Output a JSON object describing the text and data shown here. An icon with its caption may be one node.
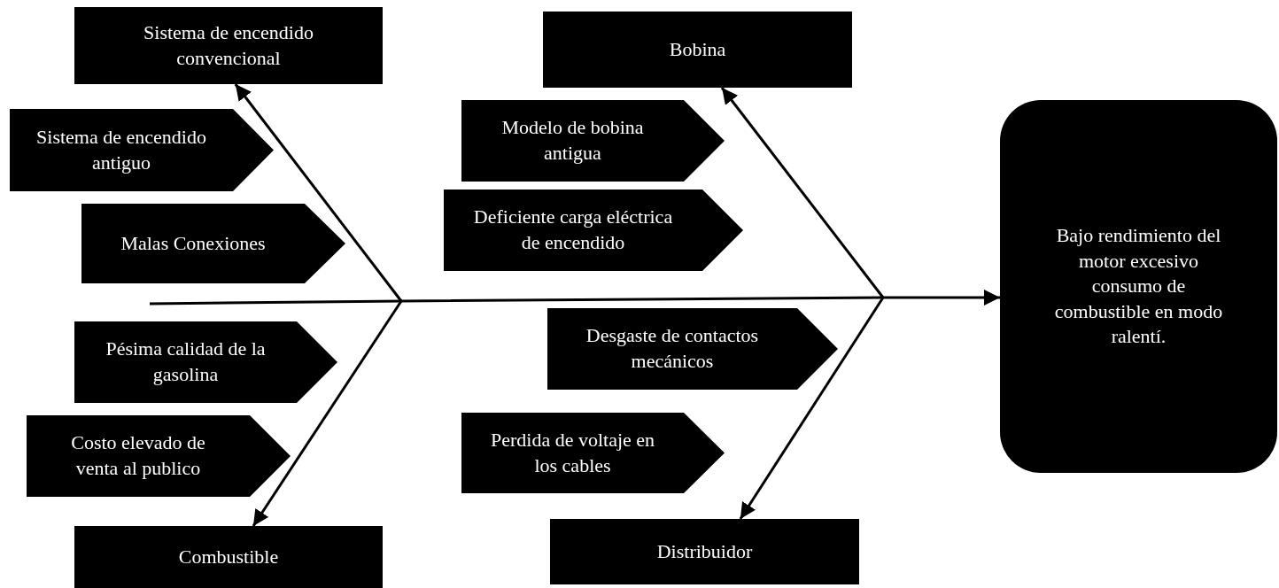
{
  "diagram": {
    "nodes": [
      {
        "text": [
          "Sistema de encendido convencional"
        ]
      },
      {
        "text": [
          "Bobina"
        ]
      },
      {
        "text": [
          "Sistema de encendido antiguo"
        ]
      },
      {
        "text": [
          "Modelo de bobina antigua"
        ]
      },
      {
        "text": [
          "Malas Conexiones"
        ]
      },
      {
        "text": [
          "Deficiente carga eléctrica de encendido"
        ]
      },
      {
        "text": [
          "Bajo rendimiento del motor excesivo consumo de combustible en modo ralentí."
        ]
      },
      {
        "text": [
          "Pésima calidad de la gasolina"
        ]
      },
      {
        "text": [
          "Desgaste de contactos mecánicos"
        ]
      },
      {
        "text": [
          "Costo elevado de venta al publico"
        ]
      },
      {
        "text": [
          "Perdida de voltaje en los cables"
        ]
      },
      {
        "text": [
          "Combustible"
        ]
      },
      {
        "text": [
          "Distribuidor"
        ]
      }
    ],
    "edges": [
      {
        "from": null,
        "to": 6,
        "arrow": "to"
      },
      {
        "from": null,
        "to": 0,
        "arrow": "to"
      },
      {
        "from": null,
        "to": 11,
        "arrow": "to"
      },
      {
        "from": null,
        "to": 1,
        "arrow": "to"
      },
      {
        "from": null,
        "to": 12,
        "arrow": "to"
      }
    ]
  }
}
